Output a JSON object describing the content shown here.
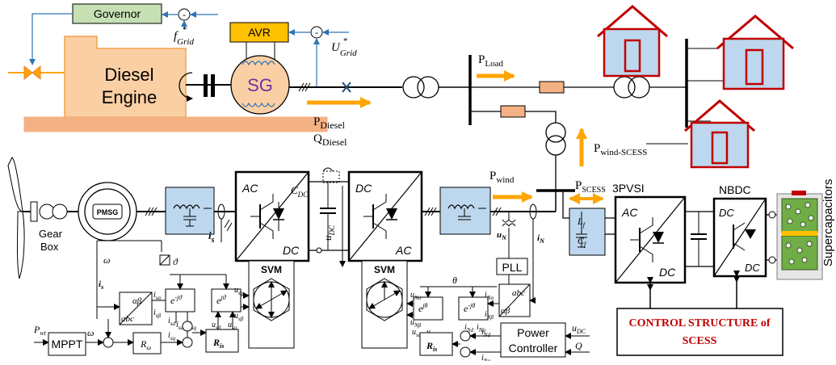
{
  "top": {
    "governor": "Governor",
    "avr": "AVR",
    "f_grid": "f",
    "f_grid_sub": "Grid",
    "u_grid": "U",
    "u_grid_sub": "Grid",
    "star": "*",
    "diesel_line1": "Diesel",
    "diesel_line2": "Engine",
    "sg": "SG",
    "p_diesel": "P",
    "p_diesel_sub": "Diesel",
    "q_diesel": "Q",
    "q_diesel_sub": "Diesel",
    "p_load": "P",
    "p_load_sub": "Load",
    "p_wind_scess": "P",
    "p_wind_scess_sub": "wind-SCESS",
    "minus": "-"
  },
  "bottom": {
    "pmsg": "PMSG",
    "gear_box_line1": "Gear",
    "gear_box_line2": "Box",
    "ac": "AC",
    "dc": "DC",
    "cdc": "C",
    "cdc_sub": "DC",
    "udc": "u",
    "udc_sub": "DC",
    "svm": "SVM",
    "p_wind": "P",
    "p_wind_sub": "wind",
    "p_scess": "P",
    "p_scess_sub": "SCESS",
    "pvsi": "3PVSI",
    "nbdc": "NBDC",
    "lf": "L",
    "lf_sub": "f",
    "cf": "C",
    "cf_sub": "f",
    "supercapacitors": "Supercapacitors",
    "pll": "PLL",
    "theta": "θ",
    "omega": "ω",
    "mppt": "MPPT",
    "p_wt": "P",
    "p_wt_sub": "wt",
    "omega_star": "ω",
    "r_omega": "R",
    "r_omega_sub": "ω",
    "r_is": "R",
    "r_is_sub": "is",
    "r_is2": "R",
    "r_is2_sub": "is",
    "power_controller_line1": "Power",
    "power_controller_line2": "Controller",
    "u_dc_star": "u",
    "u_dc_star_sub": "DC",
    "q_star": "Q",
    "control_line1": "CONTROL STRUCTURE of",
    "control_line2": "SCESS",
    "i_s": "i",
    "i_s_sub": "s",
    "i_n": "i",
    "i_n_sub": "N",
    "u_n": "u",
    "u_n_sub": "N",
    "alpha_beta": "αβ",
    "abc": "abc",
    "e_pos": "e",
    "e_neg": "e",
    "jtheta": "jϑ",
    "mjtheta": "-jϑ",
    "jtheta2": "jθ",
    "mjtheta2": "-jθ",
    "isa": "i",
    "isa_sub": "sα",
    "isb": "i",
    "isb_sub": "sβ",
    "isd": "i",
    "isd_sub": "sd",
    "isq": "i",
    "isq_sub": "sq",
    "usa": "u",
    "usa_sub": "sα",
    "usb": "u",
    "usb_sub": "sβ",
    "usd": "u",
    "usd_sub": "sd",
    "usq": "u",
    "usq_sub": "sq",
    "isd_s": "i",
    "isd_s_sub": "sd",
    "isq_s": "i",
    "isq_s_sub": "sq",
    "una": "u",
    "una_sub": "Nα",
    "unb": "u",
    "unb_sub": "Nβ",
    "ina": "i",
    "ina_sub": "Nα",
    "inb": "i",
    "inb_sub": "Nβ",
    "ind": "i",
    "ind_sub": "Nd",
    "inq": "i",
    "inq_sub": "Nq",
    "und": "u",
    "und_sub": "sd",
    "unq": "u",
    "unq_sub": "sq",
    "ind_s": "i",
    "ind_s_sub": "Nd",
    "inq_s": "i",
    "inq_s_sub": "Nq",
    "vartheta": "ϑ"
  },
  "colors": {
    "governor_fill": "#c6e0b4",
    "avr_fill": "#ffc000",
    "engine_fill": "#fbcfa4",
    "engine_stroke": "#f5a04a",
    "base_fill": "#f4b183",
    "sg_fill": "#fbcfa4",
    "sg_text": "#7030a0",
    "arrow_orange": "#ffa500",
    "feedback_blue": "#2e75b6",
    "filter_fill": "#bdd7ee",
    "resistor_fill": "#f4b183",
    "house": "#c00000",
    "house_fill": "#bdd7ee",
    "control_text": "#c00000",
    "supercap_green": "#70ad47",
    "x_mark": "#1f4e79"
  }
}
